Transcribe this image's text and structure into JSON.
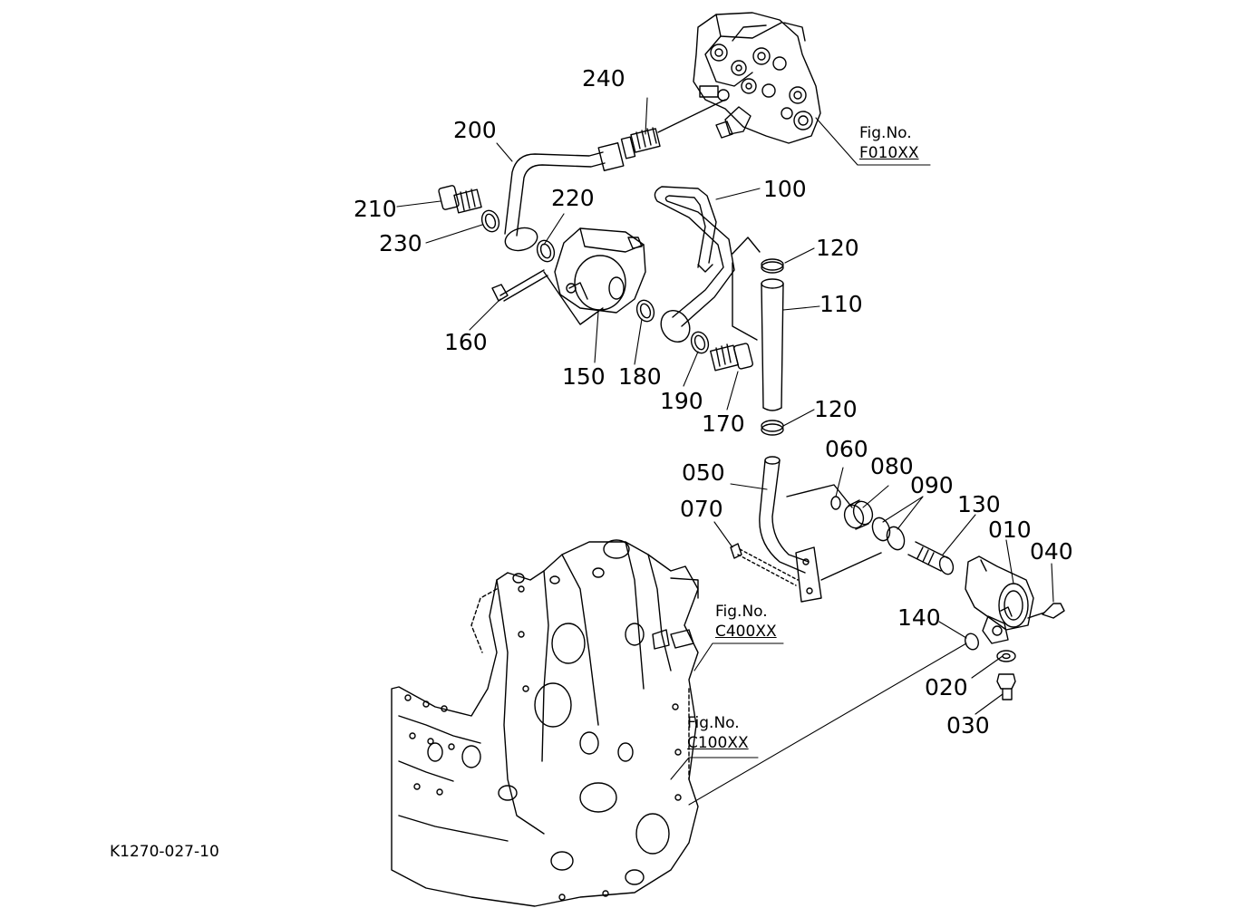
{
  "diagram": {
    "figure_code": "K1270-027-10",
    "figure_refs": [
      {
        "label": "Fig.No.",
        "ref": "F010XX"
      },
      {
        "label": "Fig.No.",
        "ref": "C400XX"
      },
      {
        "label": "Fig.No.",
        "ref": "C100XX"
      }
    ],
    "parts": [
      "240",
      "200",
      "210",
      "230",
      "220",
      "100",
      "120",
      "110",
      "160",
      "150",
      "180",
      "190",
      "170",
      "120",
      "060",
      "080",
      "090",
      "050",
      "070",
      "130",
      "010",
      "040",
      "140",
      "020",
      "030"
    ]
  }
}
